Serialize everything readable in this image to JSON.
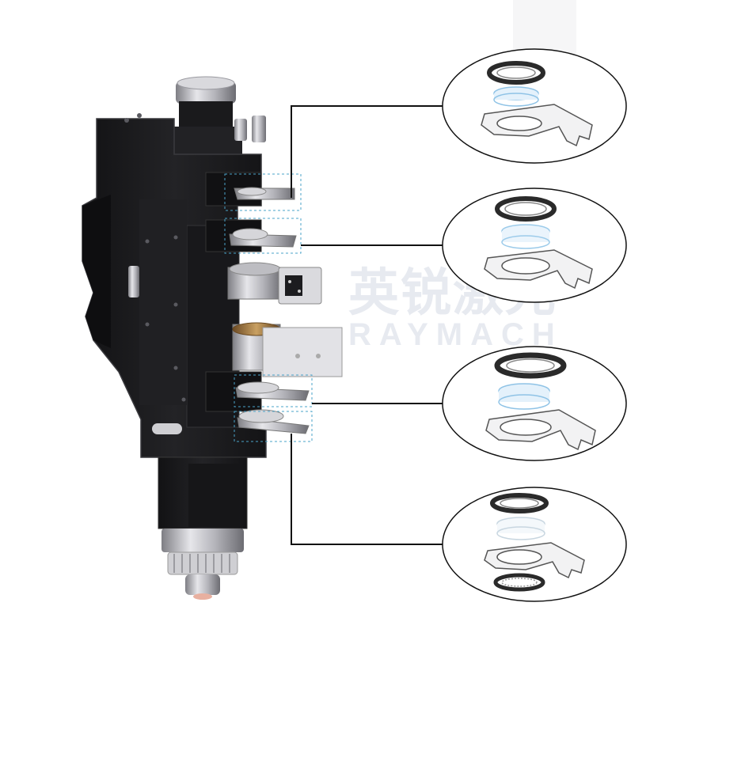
{
  "watermark": {
    "brand_cn": "英锐激光",
    "brand_en": "RAYMACH"
  },
  "colors": {
    "head_body": "#1c1c1e",
    "head_shadow": "#0e0e10",
    "head_edge": "#3a3a3e",
    "metal": "#c8c8cc",
    "metal_dark": "#8c8c92",
    "callout_line": "#111111",
    "dashed_box": "#4aa3c8",
    "lens_blue": "#bcdcf4",
    "watermark": "#d4d9e4"
  },
  "callouts": [
    {
      "id": "protective-window-top",
      "contents": [
        "seal-ring",
        "lens",
        "drawer"
      ]
    },
    {
      "id": "protective-window-upper",
      "contents": [
        "seal-ring",
        "lens",
        "drawer"
      ]
    },
    {
      "id": "protective-window-lower",
      "contents": [
        "seal-ring",
        "lens",
        "drawer"
      ]
    },
    {
      "id": "protective-window-bottom",
      "contents": [
        "seal-ring",
        "lens",
        "drawer",
        "seal-ring"
      ]
    }
  ]
}
